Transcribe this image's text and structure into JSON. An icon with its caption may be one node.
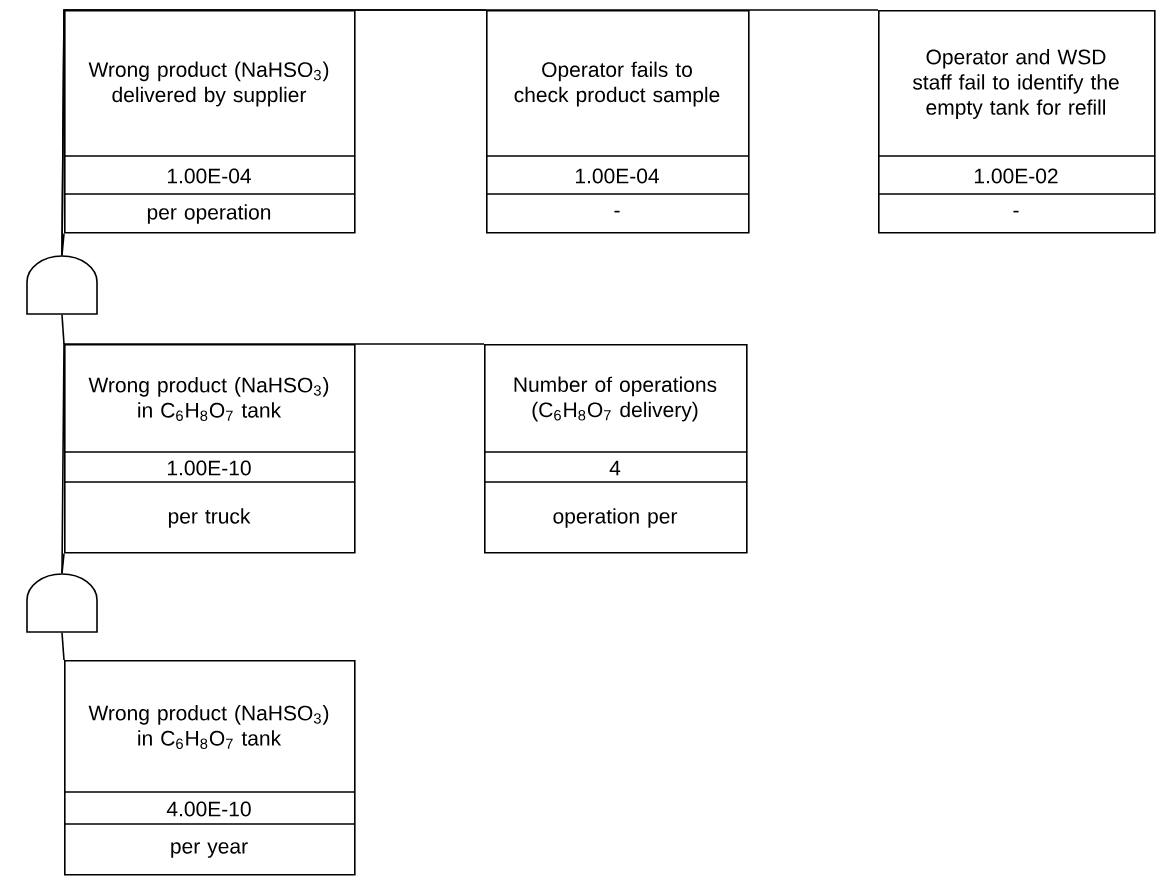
{
  "diagram": {
    "nodes": [
      {
        "text": [
          "Wrong product (NaHSO$_{3}$) delivered by supplier",
          "1.00E-04",
          "per operation"
        ]
      },
      {
        "text": [
          "Operator fails to check product sample",
          "1.00E-04",
          "-"
        ]
      },
      {
        "text": [
          "Operator and WSD staff fail to identify the empty tank for refill",
          "1.00E-02",
          "-"
        ]
      },
      {
        "text": [],
        "shape": "gate"
      },
      {
        "text": [
          "Wrong product (NaHSO$_{3}$) in C$_{6}$H$_{8}$O$_{7}$ tank",
          "1.00E-10",
          "per truck"
        ]
      },
      {
        "text": [
          "Number of operations (C$_{6}$H$_{8}$O$_{7}$ delivery)",
          "4",
          "operation per"
        ]
      },
      {
        "text": [],
        "shape": "gate"
      },
      {
        "text": [
          "Wrong product (NaHSO$_{3}$) in C$_{6}$H$_{8}$O$_{7}$ tank",
          "4.00E-10",
          "per year"
        ]
      }
    ],
    "edges": [
      {
        "from": 0,
        "to": 3,
        "arrow": "none"
      },
      {
        "from": 1,
        "to": 3,
        "arrow": "none"
      },
      {
        "from": 2,
        "to": 3,
        "arrow": "none"
      },
      {
        "from": 3,
        "to": 4,
        "arrow": "none"
      },
      {
        "from": 4,
        "to": 6,
        "arrow": "none"
      },
      {
        "from": 5,
        "to": 6,
        "arrow": "none"
      },
      {
        "from": 6,
        "to": 7,
        "arrow": "none"
      }
    ]
  }
}
